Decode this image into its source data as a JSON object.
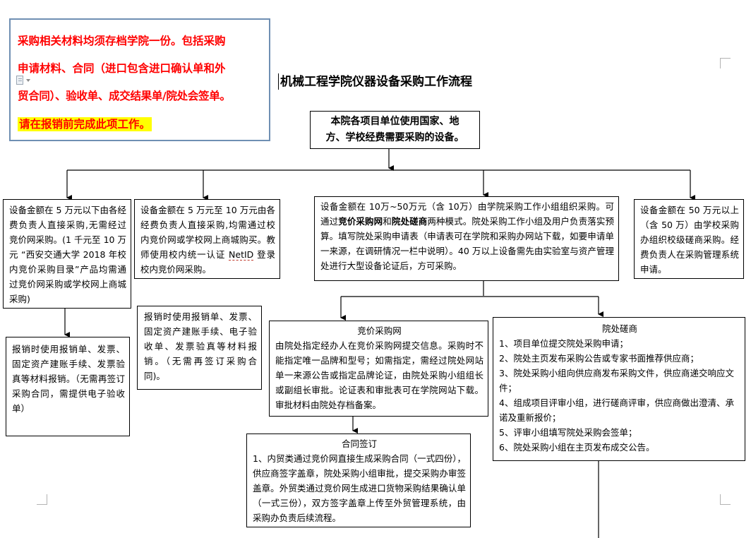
{
  "notice": {
    "lines": [
      "采购相关材料均须存档学院一份。包括采购",
      "申请材料、合同（进口包含进口确认单和外",
      "贸合同）、验收单、成交结果单/院处会签单。"
    ],
    "highlight": "请在报销前完成此项工作。"
  },
  "doc_title": "机械工程学院仪器设备采购工作流程",
  "top_box": {
    "line1": "本院各项目单位使用国家、地",
    "line2": "方、学校经费需要采购的设备。"
  },
  "branch1": {
    "text": "设备金额在 5 万元以下由各经费负责人直接采购,无需经过竞价网采购。(1 千元至 10 万元 “西安交通大学 2018 年校内竞价采购目录”产品均需通过竞价网采购或学校网上商城采购)",
    "followup": "报销时使用报销单、发票、固定资产建账手续、发票验真等材料报销。（无需再签订采购合同，需提供电子验收单）"
  },
  "branch2": {
    "text_before": "设备金额在 5 万元至 10 万元由各经费负责人直接采购,均需通过校内竞价网或学校网上商城购买。教师使用校内统一认证 ",
    "netid": "NetID",
    "text_after": " 登录校内竞价网采购。",
    "followup": "报销时使用报销单、发票、固定资产建账手续、电子验收单、发票验真等材料报销。（无需再签订采购合同)。"
  },
  "branch3": {
    "text_a": "设备金额在 10万~50万元（含 10万）由学院采购工作小组组织采购。可通过",
    "bold1": "竞价采购网",
    "text_b": "和",
    "bold2": "院处磋商",
    "text_c": "两种模式。院处采购工作小组及用户负责落实预算。填写院处采购申请表（申请表可在学院和采购办网站下载，如要申请单一来源，在调研情况一栏中说明）。40 万以上设备需先由实验室与资产管理处进行大型设备论证后，方可采购。"
  },
  "branch4": {
    "text": "设备金额在 50 万元以上（含 50 万）由学校采购办组织校级磋商采购。经费负责人在采购管理系统申请。"
  },
  "bidding": {
    "title": "竞价采购网",
    "text": "由院处指定经办人在竞价采购网提交信息。采购时不能指定唯一品牌和型号；如需指定，需经过院处网站单一来源公告或指定品牌论证，由院处采购小组组长或副组长审批。论证表和审批表可在学院网站下载。审批材料由院处存档备案。"
  },
  "consult": {
    "title": "院处磋商",
    "steps": [
      "1、项目单位提交院处采购申请；",
      "2、院处主页发布采购公告或专家书面推荐供应商；",
      "3、院处采购小组向供应商发布采购文件，供应商递交响应文件；",
      "4、组成项目评审小组，进行磋商评审，供应商做出澄清、承诺及重新报价；",
      "5、评审小组填写院处采购会签单；",
      "6、院处采购小组在主页发布成交公告。"
    ]
  },
  "contract": {
    "title": "合同签订",
    "text": "1、内贸类通过竞价网直接生成采购合同（一式四份），供应商签字盖章，院处采购小组审批，提交采购办审签盖章。外贸类通过竞价网生成进口货物采购结果确认单（一式三份），双方签字盖章上传至外贸管理系统，由采购办负责后续流程。"
  },
  "colors": {
    "notice_text": "#ff0000",
    "notice_border": "#6f8fb3",
    "highlight": "#ffff00",
    "line": "#000000"
  },
  "icons": [
    "doc-icon"
  ]
}
